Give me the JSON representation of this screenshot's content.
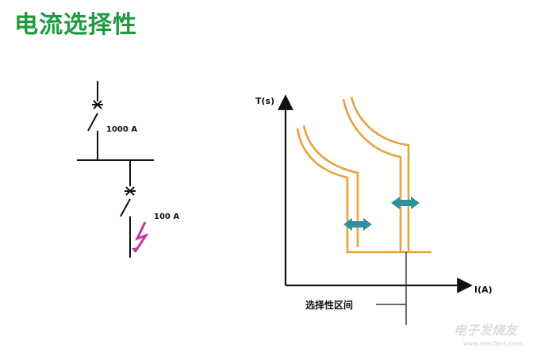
{
  "title": "电流选择性",
  "labels": {
    "upstream_rating": "1000 A",
    "downstream_rating": "100 A",
    "t_axis": "T(s)",
    "i_axis": "I(A)",
    "selectivity_zone": "选择性区间"
  },
  "watermark": {
    "brand": "电子发烧友",
    "site": "www.elecfans.com"
  },
  "colors": {
    "title": "#1f9a3f",
    "curve": "#e8a238",
    "arrow": "#2f90a0",
    "fault": "#c0389a",
    "line": "#111111"
  },
  "icons": {
    "fault": "lightning-bolt-icon",
    "shift": "double-arrow-icon"
  }
}
